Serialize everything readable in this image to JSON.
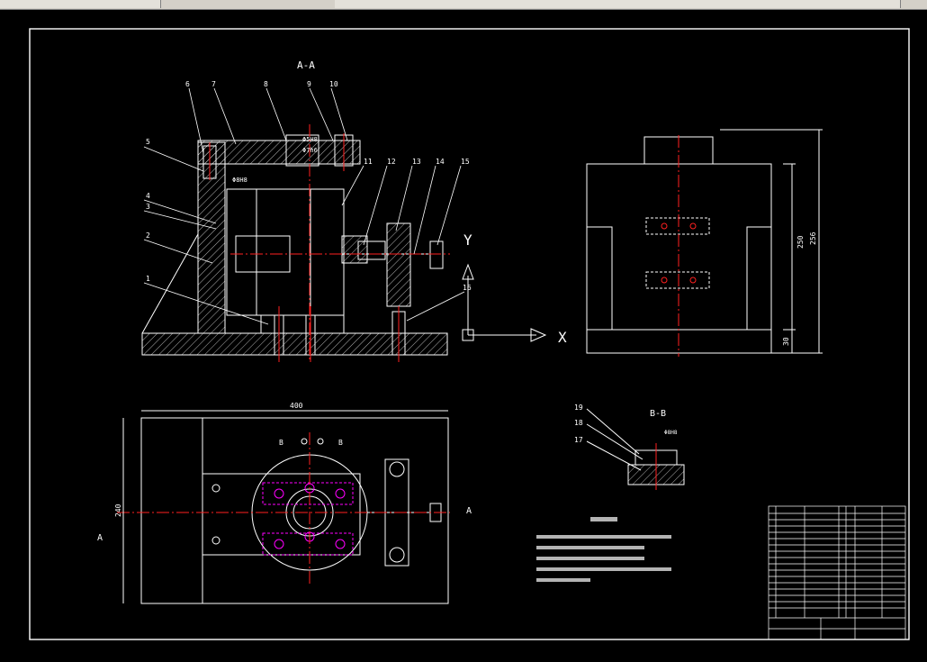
{
  "drawing": {
    "section_aa_title": "A-A",
    "section_bb_title": "B-B",
    "part_numbers": [
      "1",
      "2",
      "3",
      "4",
      "5",
      "6",
      "7",
      "8",
      "9",
      "10",
      "11",
      "12",
      "13",
      "14",
      "15",
      "16",
      "17",
      "18",
      "19"
    ],
    "axis_y": "Y",
    "axis_x": "X",
    "dim_width": "400",
    "dim_height": "240",
    "dim_250": "250",
    "dim_256": "256",
    "dim_30": "30",
    "section_mark_a": "A",
    "section_mark_b": "B",
    "fit_note_1": "Φ5H8",
    "fit_note_2": "Φ7h6",
    "fit_note_3": "Φ8H8",
    "fit_note_bb": "Φ8H8"
  },
  "colors": {
    "line": "#ffffff",
    "center": "#ff2020",
    "hole": "#ff00ff",
    "hatch": "#ffffff",
    "background": "#000000"
  }
}
